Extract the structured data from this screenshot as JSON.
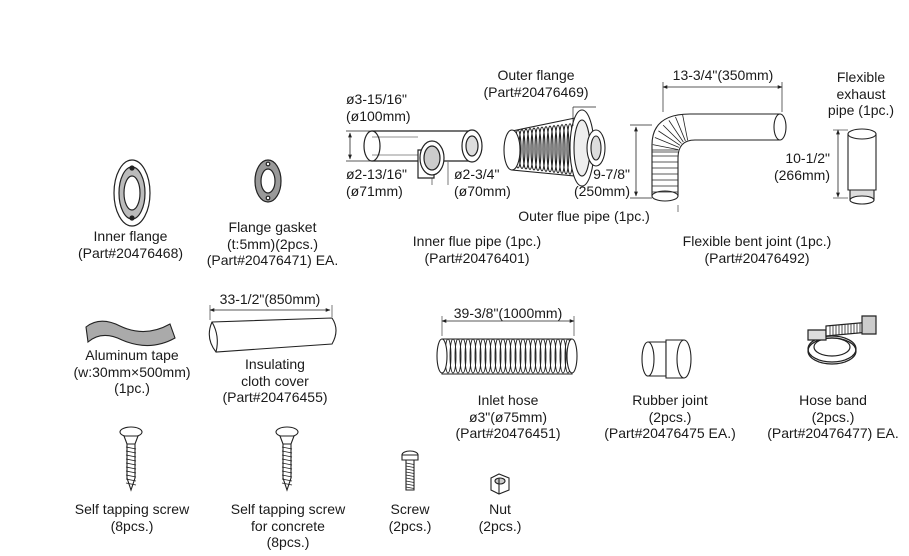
{
  "parts": {
    "inner_flange": {
      "name": "Inner flange",
      "part": "(Part#20476468)"
    },
    "flange_gasket": {
      "name": "Flange gasket",
      "spec": "(t:5mm)(2pcs.)",
      "part": "(Part#20476471) EA."
    },
    "inner_flue_pipe": {
      "name": "Inner flue pipe (1pc.)",
      "part": "(Part#20476401)"
    },
    "outer_flange": {
      "name": "Outer flange",
      "part": "(Part#20476469)"
    },
    "outer_flue_pipe": {
      "name": "Outer flue pipe (1pc.)"
    },
    "flexible_bent_joint": {
      "name": "Flexible bent joint (1pc.)",
      "part": "(Part#20476492)"
    },
    "flexible_exhaust_pipe": {
      "line1": "Flexible",
      "line2": "exhaust",
      "line3": "pipe (1pc.)"
    },
    "aluminum_tape": {
      "name": "Aluminum tape",
      "spec": "(w:30mm×500mm)",
      "qty": "(1pc.)"
    },
    "insulating_cover": {
      "line1": "Insulating",
      "line2": "cloth cover",
      "part": "(Part#20476455)"
    },
    "inlet_hose": {
      "name": "Inlet hose",
      "spec": "ø3\"(ø75mm)",
      "part": "(Part#20476451)"
    },
    "rubber_joint": {
      "name": "Rubber joint",
      "qty": "(2pcs.)",
      "part": "(Part#20476475 EA.)"
    },
    "hose_band": {
      "name": "Hose band",
      "qty": "(2pcs.)",
      "part": "(Part#20476477) EA."
    },
    "self_tapping_screw": {
      "name": "Self tapping screw",
      "qty": "(8pcs.)"
    },
    "self_tapping_screw_concrete": {
      "line1": "Self tapping screw",
      "line2": "for concrete",
      "qty": "(8pcs.)"
    },
    "screw": {
      "name": "Screw",
      "qty": "(2pcs.)"
    },
    "nut": {
      "name": "Nut",
      "qty": "(2pcs.)"
    }
  },
  "dimensions": {
    "inner_pipe_outer_dia": {
      "in": "ø3-15/16\"",
      "mm": "(ø100mm)"
    },
    "inner_pipe_inner_dia": {
      "in": "ø2-13/16\"",
      "mm": "(ø71mm)"
    },
    "inner_pipe_small_dia": {
      "in": "ø2-3/4\"",
      "mm": "(ø70mm)"
    },
    "outer_pipe_length": {
      "in": "9-7/8\"",
      "mm": "(250mm)"
    },
    "bent_joint_length": {
      "text": "13-3/4\"(350mm)"
    },
    "exhaust_pipe_length": {
      "in": "10-1/2\"",
      "mm": "(266mm)"
    },
    "insulating_length": {
      "text": "33-1/2\"(850mm)"
    },
    "inlet_hose_length": {
      "text": "39-3/8\"(1000mm)"
    }
  }
}
